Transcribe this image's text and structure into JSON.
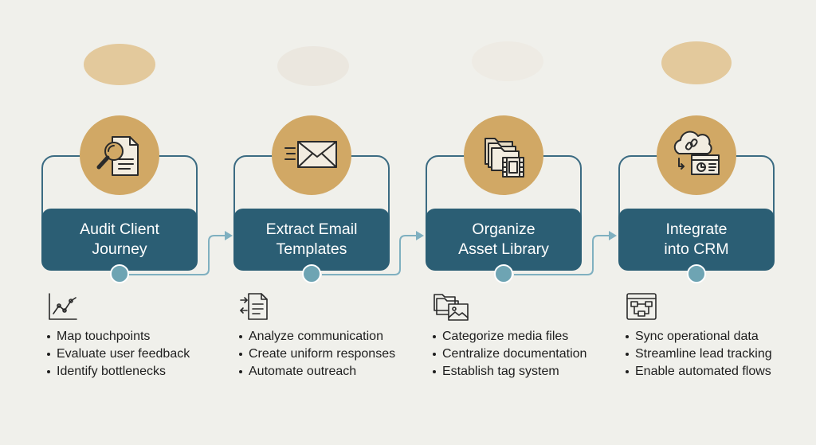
{
  "steps": [
    {
      "title": "Audit Client Journey",
      "icon": "magnifier-document-icon",
      "detail_icon": "line-chart-icon",
      "bullets": [
        "Map touchpoints",
        "Evaluate user feedback",
        "Identify bottlenecks"
      ]
    },
    {
      "title": "Extract Email Templates",
      "icon": "envelope-icon",
      "detail_icon": "document-transfer-icon",
      "bullets": [
        "Analyze communication",
        "Create uniform responses",
        "Automate outreach"
      ]
    },
    {
      "title": "Organize Asset Library",
      "icon": "folder-film-icon",
      "detail_icon": "image-folder-icon",
      "bullets": [
        "Categorize media files",
        "Centralize documentation",
        "Establish tag system"
      ]
    },
    {
      "title": "Integrate into CRM",
      "icon": "cloud-dashboard-icon",
      "detail_icon": "workflow-panel-icon",
      "bullets": [
        "Sync operational data",
        "Streamline lead tracking",
        "Enable automated flows"
      ]
    }
  ],
  "colors": {
    "background": "#f0f0eb",
    "title_box": "#2b5e74",
    "frame": "#3b6b82",
    "icon_circle": "#d1a865",
    "dot": "#6ea4b3",
    "connector": "#7fb0c0"
  }
}
